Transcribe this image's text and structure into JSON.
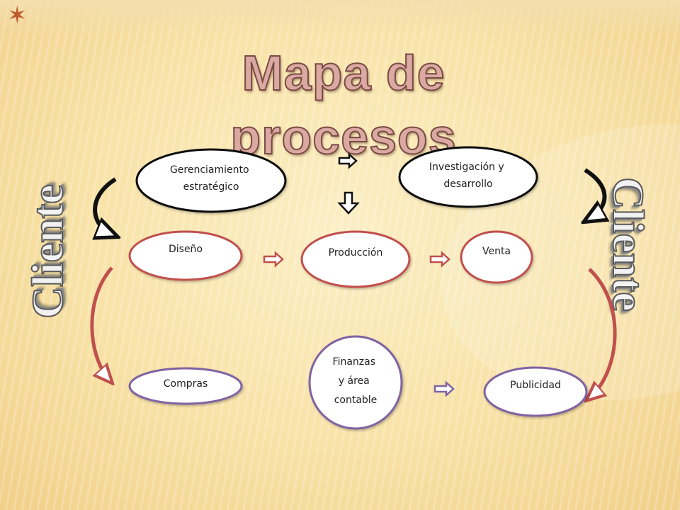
{
  "title": "Mapa de procesos",
  "side_labels": {
    "left": "Cliente",
    "right": "Cliente"
  },
  "nodes": {
    "gerenciamiento": [
      "Gerenciamiento",
      "estratégico"
    ],
    "investigacion": [
      "Investigación y",
      "desarrollo"
    ],
    "diseno": [
      "Diseño"
    ],
    "produccion": [
      "Producción"
    ],
    "venta": [
      "Venta"
    ],
    "compras": [
      "Compras"
    ],
    "finanzas": [
      "Finanzas",
      "y área",
      "contable"
    ],
    "publicidad": [
      "Publicidad"
    ]
  },
  "colors": {
    "strategic_border": "#111111",
    "operational_border": "#c0504d",
    "support_border": "#8064a2",
    "node_fill": "#ffffff"
  }
}
